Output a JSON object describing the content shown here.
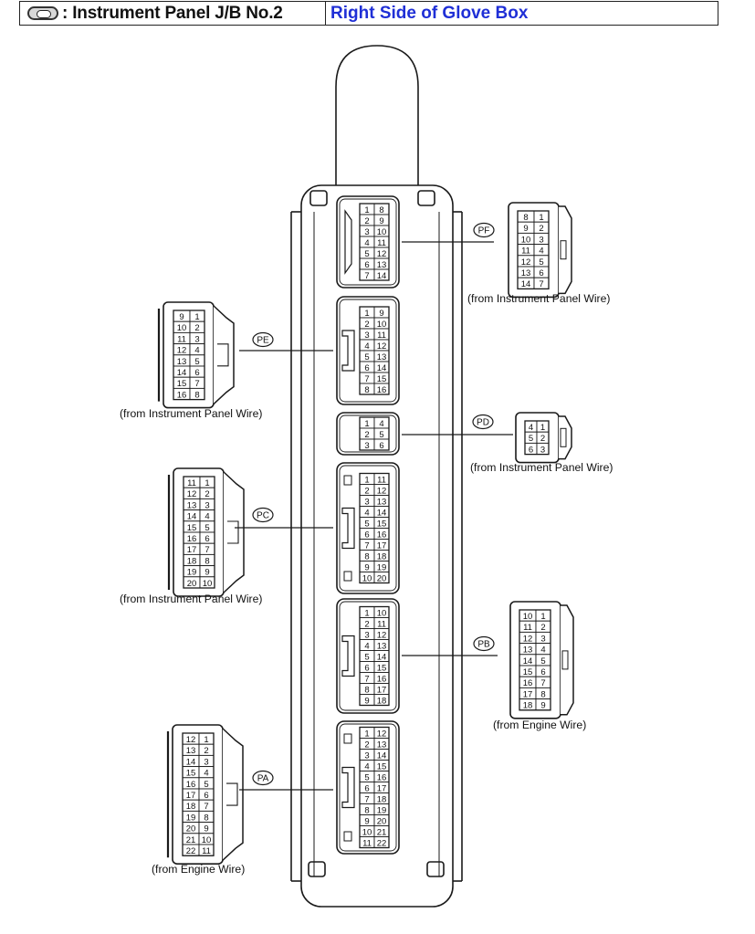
{
  "header": {
    "icon": "connector-oval-icon",
    "title": ": Instrument Panel J/B No.2",
    "location": "Right Side of Glove Box",
    "location_color": "#1f2fd6"
  },
  "junction_block": {
    "sockets": [
      {
        "id": "pf-socket",
        "rows": [
          [
            "1",
            "8"
          ],
          [
            "2",
            "9"
          ],
          [
            "3",
            "10"
          ],
          [
            "4",
            "11"
          ],
          [
            "5",
            "12"
          ],
          [
            "6",
            "13"
          ],
          [
            "7",
            "14"
          ]
        ]
      },
      {
        "id": "pe-socket",
        "rows": [
          [
            "1",
            "9"
          ],
          [
            "2",
            "10"
          ],
          [
            "3",
            "11"
          ],
          [
            "4",
            "12"
          ],
          [
            "5",
            "13"
          ],
          [
            "6",
            "14"
          ],
          [
            "7",
            "15"
          ],
          [
            "8",
            "16"
          ]
        ]
      },
      {
        "id": "pd-socket",
        "rows": [
          [
            "1",
            "4"
          ],
          [
            "2",
            "5"
          ],
          [
            "3",
            "6"
          ]
        ]
      },
      {
        "id": "pc-socket",
        "rows": [
          [
            "1",
            "11"
          ],
          [
            "2",
            "12"
          ],
          [
            "3",
            "13"
          ],
          [
            "4",
            "14"
          ],
          [
            "5",
            "15"
          ],
          [
            "6",
            "16"
          ],
          [
            "7",
            "17"
          ],
          [
            "8",
            "18"
          ],
          [
            "9",
            "19"
          ],
          [
            "10",
            "20"
          ]
        ]
      },
      {
        "id": "pb-socket",
        "rows": [
          [
            "1",
            "10"
          ],
          [
            "2",
            "11"
          ],
          [
            "3",
            "12"
          ],
          [
            "4",
            "13"
          ],
          [
            "5",
            "14"
          ],
          [
            "6",
            "15"
          ],
          [
            "7",
            "16"
          ],
          [
            "8",
            "17"
          ],
          [
            "9",
            "18"
          ]
        ]
      },
      {
        "id": "pa-socket",
        "rows": [
          [
            "1",
            "12"
          ],
          [
            "2",
            "13"
          ],
          [
            "3",
            "14"
          ],
          [
            "4",
            "15"
          ],
          [
            "5",
            "16"
          ],
          [
            "6",
            "17"
          ],
          [
            "7",
            "18"
          ],
          [
            "8",
            "19"
          ],
          [
            "9",
            "20"
          ],
          [
            "10",
            "21"
          ],
          [
            "11",
            "22"
          ]
        ]
      }
    ]
  },
  "connectors": [
    {
      "code": "PF",
      "source": "(from Instrument Panel Wire)",
      "rows": [
        [
          "8",
          "1"
        ],
        [
          "9",
          "2"
        ],
        [
          "10",
          "3"
        ],
        [
          "11",
          "4"
        ],
        [
          "12",
          "5"
        ],
        [
          "13",
          "6"
        ],
        [
          "14",
          "7"
        ]
      ]
    },
    {
      "code": "PE",
      "source": "(from Instrument Panel Wire)",
      "rows": [
        [
          "9",
          "1"
        ],
        [
          "10",
          "2"
        ],
        [
          "11",
          "3"
        ],
        [
          "12",
          "4"
        ],
        [
          "13",
          "5"
        ],
        [
          "14",
          "6"
        ],
        [
          "15",
          "7"
        ],
        [
          "16",
          "8"
        ]
      ]
    },
    {
      "code": "PD",
      "source": "(from Instrument Panel Wire)",
      "rows": [
        [
          "4",
          "1"
        ],
        [
          "5",
          "2"
        ],
        [
          "6",
          "3"
        ]
      ]
    },
    {
      "code": "PC",
      "source": "(from Instrument Panel Wire)",
      "rows": [
        [
          "11",
          "1"
        ],
        [
          "12",
          "2"
        ],
        [
          "13",
          "3"
        ],
        [
          "14",
          "4"
        ],
        [
          "15",
          "5"
        ],
        [
          "16",
          "6"
        ],
        [
          "17",
          "7"
        ],
        [
          "18",
          "8"
        ],
        [
          "19",
          "9"
        ],
        [
          "20",
          "10"
        ]
      ]
    },
    {
      "code": "PB",
      "source": "(from Engine Wire)",
      "rows": [
        [
          "10",
          "1"
        ],
        [
          "11",
          "2"
        ],
        [
          "12",
          "3"
        ],
        [
          "13",
          "4"
        ],
        [
          "14",
          "5"
        ],
        [
          "15",
          "6"
        ],
        [
          "16",
          "7"
        ],
        [
          "17",
          "8"
        ],
        [
          "18",
          "9"
        ]
      ]
    },
    {
      "code": "PA",
      "source": "(from Engine Wire)",
      "rows": [
        [
          "12",
          "1"
        ],
        [
          "13",
          "2"
        ],
        [
          "14",
          "3"
        ],
        [
          "15",
          "4"
        ],
        [
          "16",
          "5"
        ],
        [
          "17",
          "6"
        ],
        [
          "18",
          "7"
        ],
        [
          "19",
          "8"
        ],
        [
          "20",
          "9"
        ],
        [
          "21",
          "10"
        ],
        [
          "22",
          "11"
        ]
      ]
    }
  ]
}
